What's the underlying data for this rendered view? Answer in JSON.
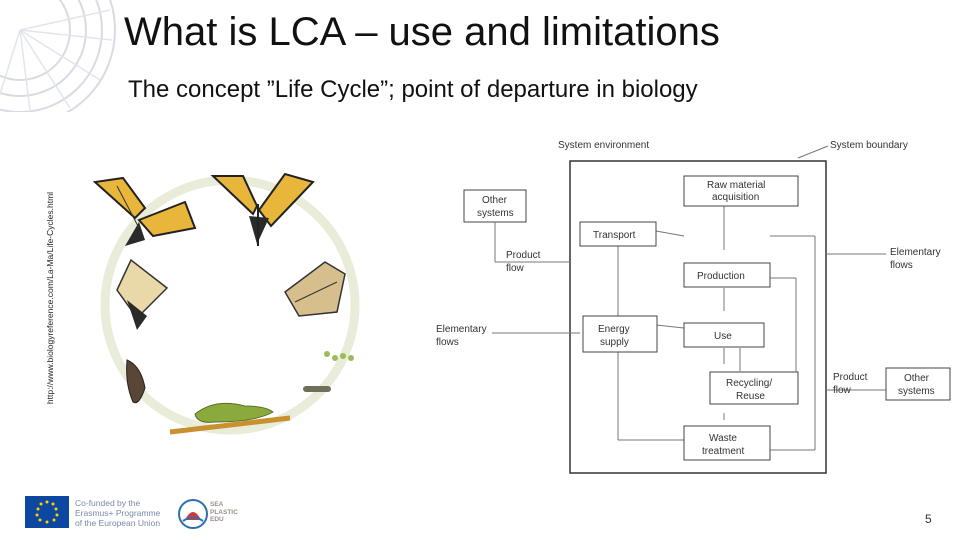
{
  "slide": {
    "title": "What is LCA – use and limitations",
    "subtitle": "The concept ”Life Cycle”; point of departure in biology",
    "source_url": "http://www.biologyreference.com/La-Ma/Life-Cycles.html",
    "page_number": "5"
  },
  "diagram": {
    "system_environment": "System environment",
    "system_boundary": "System boundary",
    "other_systems_left": [
      "Other",
      "systems"
    ],
    "product_flow_left": [
      "Product",
      "flow"
    ],
    "elementary_flows_left": [
      "Elementary",
      "flows"
    ],
    "raw_material": [
      "Raw material",
      "acquisition"
    ],
    "transport": "Transport",
    "production": "Production",
    "energy_supply": [
      "Energy",
      "supply"
    ],
    "use": "Use",
    "recycling": [
      "Recycling/",
      "Reuse"
    ],
    "waste": [
      "Waste",
      "treatment"
    ],
    "elementary_flows_right": [
      "Elementary",
      "flows"
    ],
    "product_flow_right": [
      "Product",
      "flow"
    ],
    "other_systems_right": [
      "Other",
      "systems"
    ]
  },
  "footer": {
    "eu_text": [
      "Co-funded by the",
      "Erasmus+ Programme",
      "of the European Union"
    ],
    "sea_text": [
      "SEA",
      "PLASTIC",
      "EDU"
    ]
  },
  "colors": {
    "eu_blue": "#0e47a1",
    "eu_star": "#f5d400",
    "ring": "#e8ecd8"
  }
}
